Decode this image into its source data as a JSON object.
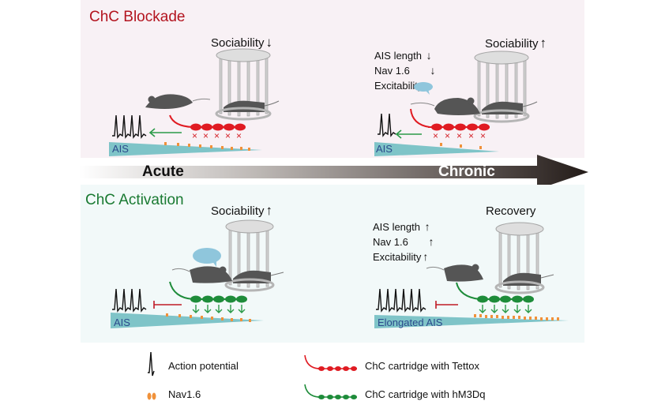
{
  "colors": {
    "blockade_title": "#b3141f",
    "activation_title": "#1a7a32",
    "top_panel_bg": "#f8f1f5",
    "bottom_panel_bg": "#f2f9f9",
    "ais_fill": "#7fc4c8",
    "nav_marker": "#f0913a",
    "tettox": "#e01b22",
    "hm3dq": "#1e8c3a",
    "mouse": "#555555",
    "speech_bubble": "#8fc6dc"
  },
  "top_panel": {
    "title": "ChC Blockade",
    "acute": {
      "sociability_label": "Sociability",
      "sociability_arrow": "↓",
      "ais_label": "AIS"
    },
    "chronic": {
      "sociability_label": "Sociability",
      "sociability_arrow": "↑",
      "effects": [
        {
          "label": "AIS length",
          "arrow": "↓"
        },
        {
          "label": "Nav 1.6",
          "arrow": "↓"
        },
        {
          "label": "Excitability",
          "arrow": "↓"
        }
      ],
      "ais_label": "AIS"
    }
  },
  "timeline": {
    "start_label": "Acute",
    "end_label": "Chronic"
  },
  "bottom_panel": {
    "title": "ChC Activation",
    "acute": {
      "sociability_label": "Sociability",
      "sociability_arrow": "↑",
      "ais_label": "AIS"
    },
    "chronic": {
      "outcome_label": "Recovery",
      "effects": [
        {
          "label": "AIS length",
          "arrow": "↑"
        },
        {
          "label": "Nav 1.6",
          "arrow": "↑"
        },
        {
          "label": "Excitability",
          "arrow": "↑"
        }
      ],
      "ais_label": "Elongated AIS"
    }
  },
  "legend": {
    "action_potential": "Action potential",
    "nav16": "Nav1.6",
    "tettox": "ChC cartridge with Tettox",
    "hm3dq": "ChC cartridge with hM3Dq"
  }
}
